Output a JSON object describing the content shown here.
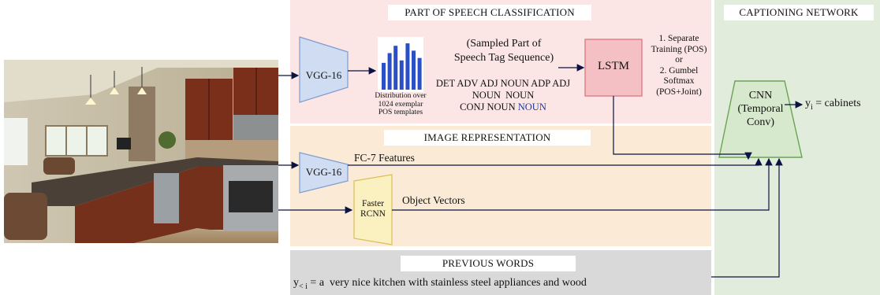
{
  "colors": {
    "pos_bg": "#fbe5e5",
    "img_bg": "#fbebd6",
    "prev_bg": "#d9d9d9",
    "cap_bg": "#e2ecdc",
    "vgg_fill": "#cfdcf2",
    "vgg_stroke": "#7f9ccc",
    "lstm_fill": "#f4c0c4",
    "lstm_stroke": "#d9707a",
    "rcnn_fill": "#fbf0c0",
    "rcnn_stroke": "#d8c05a",
    "cnn_fill": "#d7e9cc",
    "cnn_stroke": "#6aa453",
    "bar_color": "#2a4fc9",
    "arrow_color": "#0b1340",
    "highlight_blue": "#1f3aa6"
  },
  "panels": {
    "pos_title": "PART OF SPEECH CLASSIFICATION",
    "img_title": "IMAGE REPRESENTATION",
    "prev_title": "PREVIOUS WORDS",
    "cap_title": "CAPTIONING NETWORK"
  },
  "blocks": {
    "vgg_top": "VGG-16",
    "vgg_mid": "VGG-16",
    "lstm": "LSTM",
    "rcnn_line1": "Faster",
    "rcnn_line2": "RCNN",
    "cnn_line1": "CNN",
    "cnn_line2": "(Temporal",
    "cnn_line3": "Conv)"
  },
  "histogram": {
    "caption_line1": "Distribution over",
    "caption_line2": "1024 exemplar",
    "caption_line3": "POS templates",
    "values": [
      0.55,
      0.75,
      0.9,
      0.6,
      0.95,
      0.8,
      0.65
    ]
  },
  "pos_sequence": {
    "heading_line1": "(Sampled Part of",
    "heading_line2": "Speech Tag Sequence)",
    "line1": "DET ADV ADJ NOUN ADP ADJ",
    "line2": "NOUN  NOUN",
    "line3_black": "CONJ NOUN ",
    "line3_blue": "NOUN"
  },
  "training_note": {
    "line1": "1. Separate",
    "line2": "Training (POS)",
    "line3": "or",
    "line4": "2. Gumbel",
    "line5": "Softmax",
    "line6": "(POS+Joint)"
  },
  "features": {
    "fc7": "FC-7 Features",
    "objects": "Object Vectors"
  },
  "output": {
    "var": "y",
    "sub": "i",
    "text": " = cabinets"
  },
  "previous_words": {
    "var": "y",
    "sub": "< i",
    "text": " = a  very nice kitchen with stainless steel appliances and wood"
  },
  "photo": {
    "icon": "kitchen-photo"
  }
}
